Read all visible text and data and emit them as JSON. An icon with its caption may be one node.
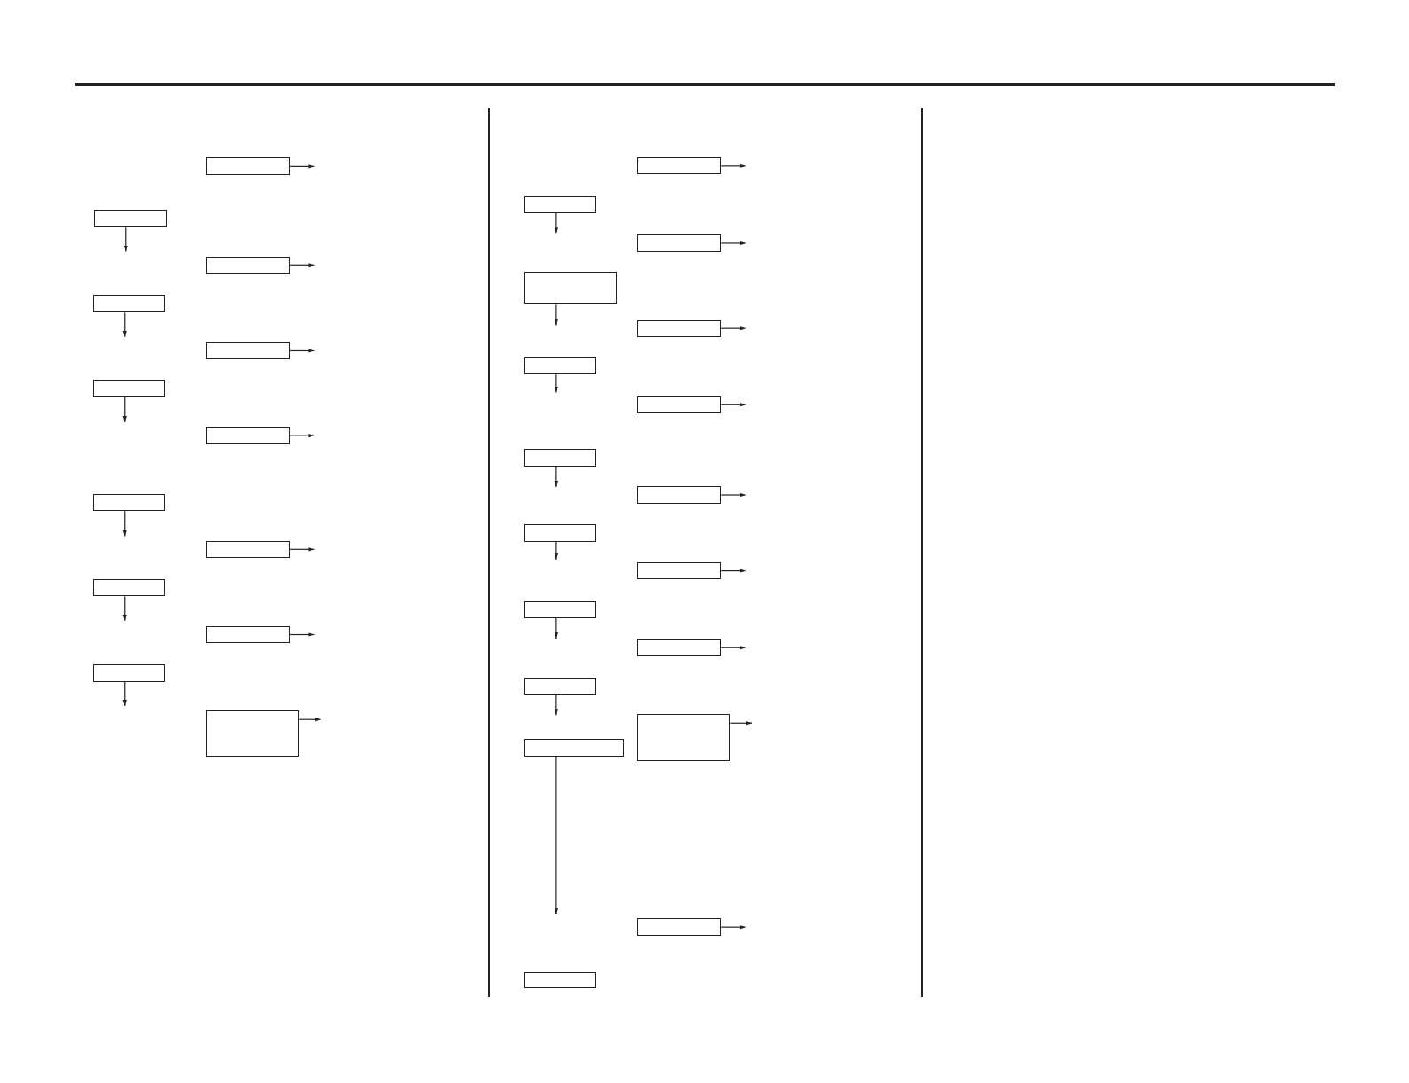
{
  "diagram": {
    "nodes": [
      {
        "text": [],
        "shape": "box"
      },
      {
        "text": [],
        "shape": "box"
      },
      {
        "text": [],
        "shape": "box"
      },
      {
        "text": [],
        "shape": "box"
      },
      {
        "text": [],
        "shape": "box"
      },
      {
        "text": [],
        "shape": "box"
      },
      {
        "text": [],
        "shape": "box"
      },
      {
        "text": [],
        "shape": "box"
      },
      {
        "text": [],
        "shape": "box"
      },
      {
        "text": [],
        "shape": "box"
      },
      {
        "text": [],
        "shape": "box"
      },
      {
        "text": [],
        "shape": "box"
      },
      {
        "text": [],
        "shape": "box"
      },
      {
        "text": [],
        "shape": "box"
      },
      {
        "text": [],
        "shape": "box"
      },
      {
        "text": [],
        "shape": "box"
      },
      {
        "text": [],
        "shape": "box"
      },
      {
        "text": [],
        "shape": "box"
      },
      {
        "text": [],
        "shape": "box"
      },
      {
        "text": [],
        "shape": "box"
      },
      {
        "text": [],
        "shape": "box"
      },
      {
        "text": [],
        "shape": "box"
      },
      {
        "text": [],
        "shape": "box"
      },
      {
        "text": [],
        "shape": "box"
      },
      {
        "text": [],
        "shape": "box"
      },
      {
        "text": [],
        "shape": "box"
      },
      {
        "text": [],
        "shape": "box"
      },
      {
        "text": [],
        "shape": "box"
      },
      {
        "text": [],
        "shape": "box"
      },
      {
        "text": [],
        "shape": "box"
      },
      {
        "text": [],
        "shape": "box"
      }
    ],
    "edges": [
      {
        "from": 0,
        "to": null,
        "arrow": "to"
      },
      {
        "from": 1,
        "to": null,
        "arrow": "to"
      },
      {
        "from": 2,
        "to": null,
        "arrow": "to"
      },
      {
        "from": 3,
        "to": null,
        "arrow": "to"
      },
      {
        "from": 4,
        "to": null,
        "arrow": "to"
      },
      {
        "from": 5,
        "to": null,
        "arrow": "to"
      },
      {
        "from": 6,
        "to": null,
        "arrow": "to"
      },
      {
        "from": 7,
        "to": null,
        "arrow": "to"
      },
      {
        "from": 8,
        "to": null,
        "arrow": "to"
      },
      {
        "from": 9,
        "to": null,
        "arrow": "to"
      },
      {
        "from": 10,
        "to": null,
        "arrow": "to"
      },
      {
        "from": 11,
        "to": null,
        "arrow": "to"
      },
      {
        "from": 12,
        "to": null,
        "arrow": "to"
      },
      {
        "from": 13,
        "to": null,
        "arrow": "to"
      },
      {
        "from": 14,
        "to": null,
        "arrow": "to"
      },
      {
        "from": 15,
        "to": null,
        "arrow": "to"
      },
      {
        "from": 16,
        "to": null,
        "arrow": "to"
      },
      {
        "from": 17,
        "to": null,
        "arrow": "to"
      },
      {
        "from": 18,
        "to": null,
        "arrow": "to"
      },
      {
        "from": 19,
        "to": null,
        "arrow": "to"
      },
      {
        "from": 20,
        "to": null,
        "arrow": "to"
      },
      {
        "from": 21,
        "to": null,
        "arrow": "to"
      },
      {
        "from": 22,
        "to": null,
        "arrow": "to"
      },
      {
        "from": 23,
        "to": null,
        "arrow": "to"
      },
      {
        "from": 24,
        "to": null,
        "arrow": "to"
      },
      {
        "from": 25,
        "to": null,
        "arrow": "to"
      },
      {
        "from": 26,
        "to": null,
        "arrow": "to"
      },
      {
        "from": 27,
        "to": null,
        "arrow": "to"
      },
      {
        "from": 28,
        "to": null,
        "arrow": "to"
      },
      {
        "from": 29,
        "to": null,
        "arrow": "to"
      }
    ]
  }
}
